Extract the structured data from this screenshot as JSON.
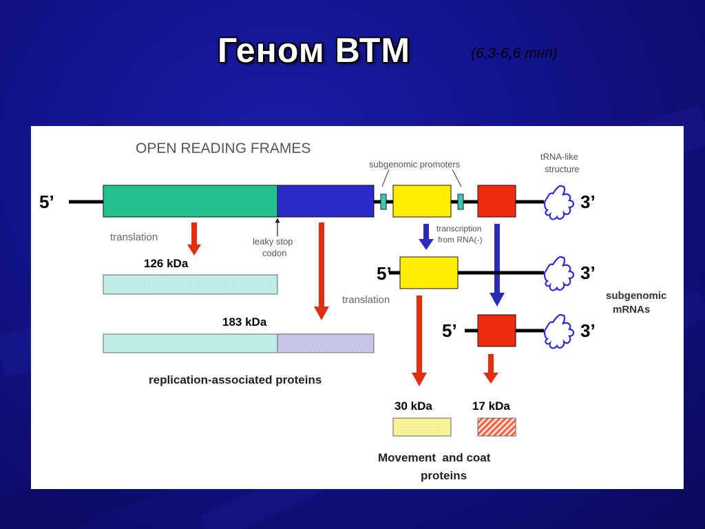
{
  "slide": {
    "title": "Геном ВТМ",
    "subtitle": "(6,3-6,6 тнп)"
  },
  "diagram": {
    "heading": "OPEN READING FRAMES",
    "subgenomic_promoters": "subgenomic promoters",
    "trna_like_line1": "tRNA-like",
    "trna_like_line2": "structure",
    "five_prime": "5’",
    "three_prime": "3’",
    "translation": "translation",
    "leaky_line1": "leaky stop",
    "leaky_line2": "codon",
    "transcription_line1": "transcription",
    "transcription_line2": "from RNA(-)",
    "kda_126": "126 kDa",
    "kda_183": "183 kDa",
    "translation2": "translation",
    "replication": "replication-associated proteins",
    "subgenomic_line1": "subgenomic",
    "subgenomic_line2": "mRNAs",
    "kda_30": "30 kDa",
    "kda_17": "17 kDa",
    "movement_line1": "Movement  and coat",
    "movement_line2": "proteins"
  },
  "colors": {
    "orf_126": "#22c08e",
    "orf_183_readthrough": "#2b2bc8",
    "orf_30": "#ffee00",
    "orf_17": "#ee2a10",
    "arrow_red": "#e03010",
    "arrow_blue": "#2a2ab8",
    "trna_blue": "#2b2bd8"
  }
}
